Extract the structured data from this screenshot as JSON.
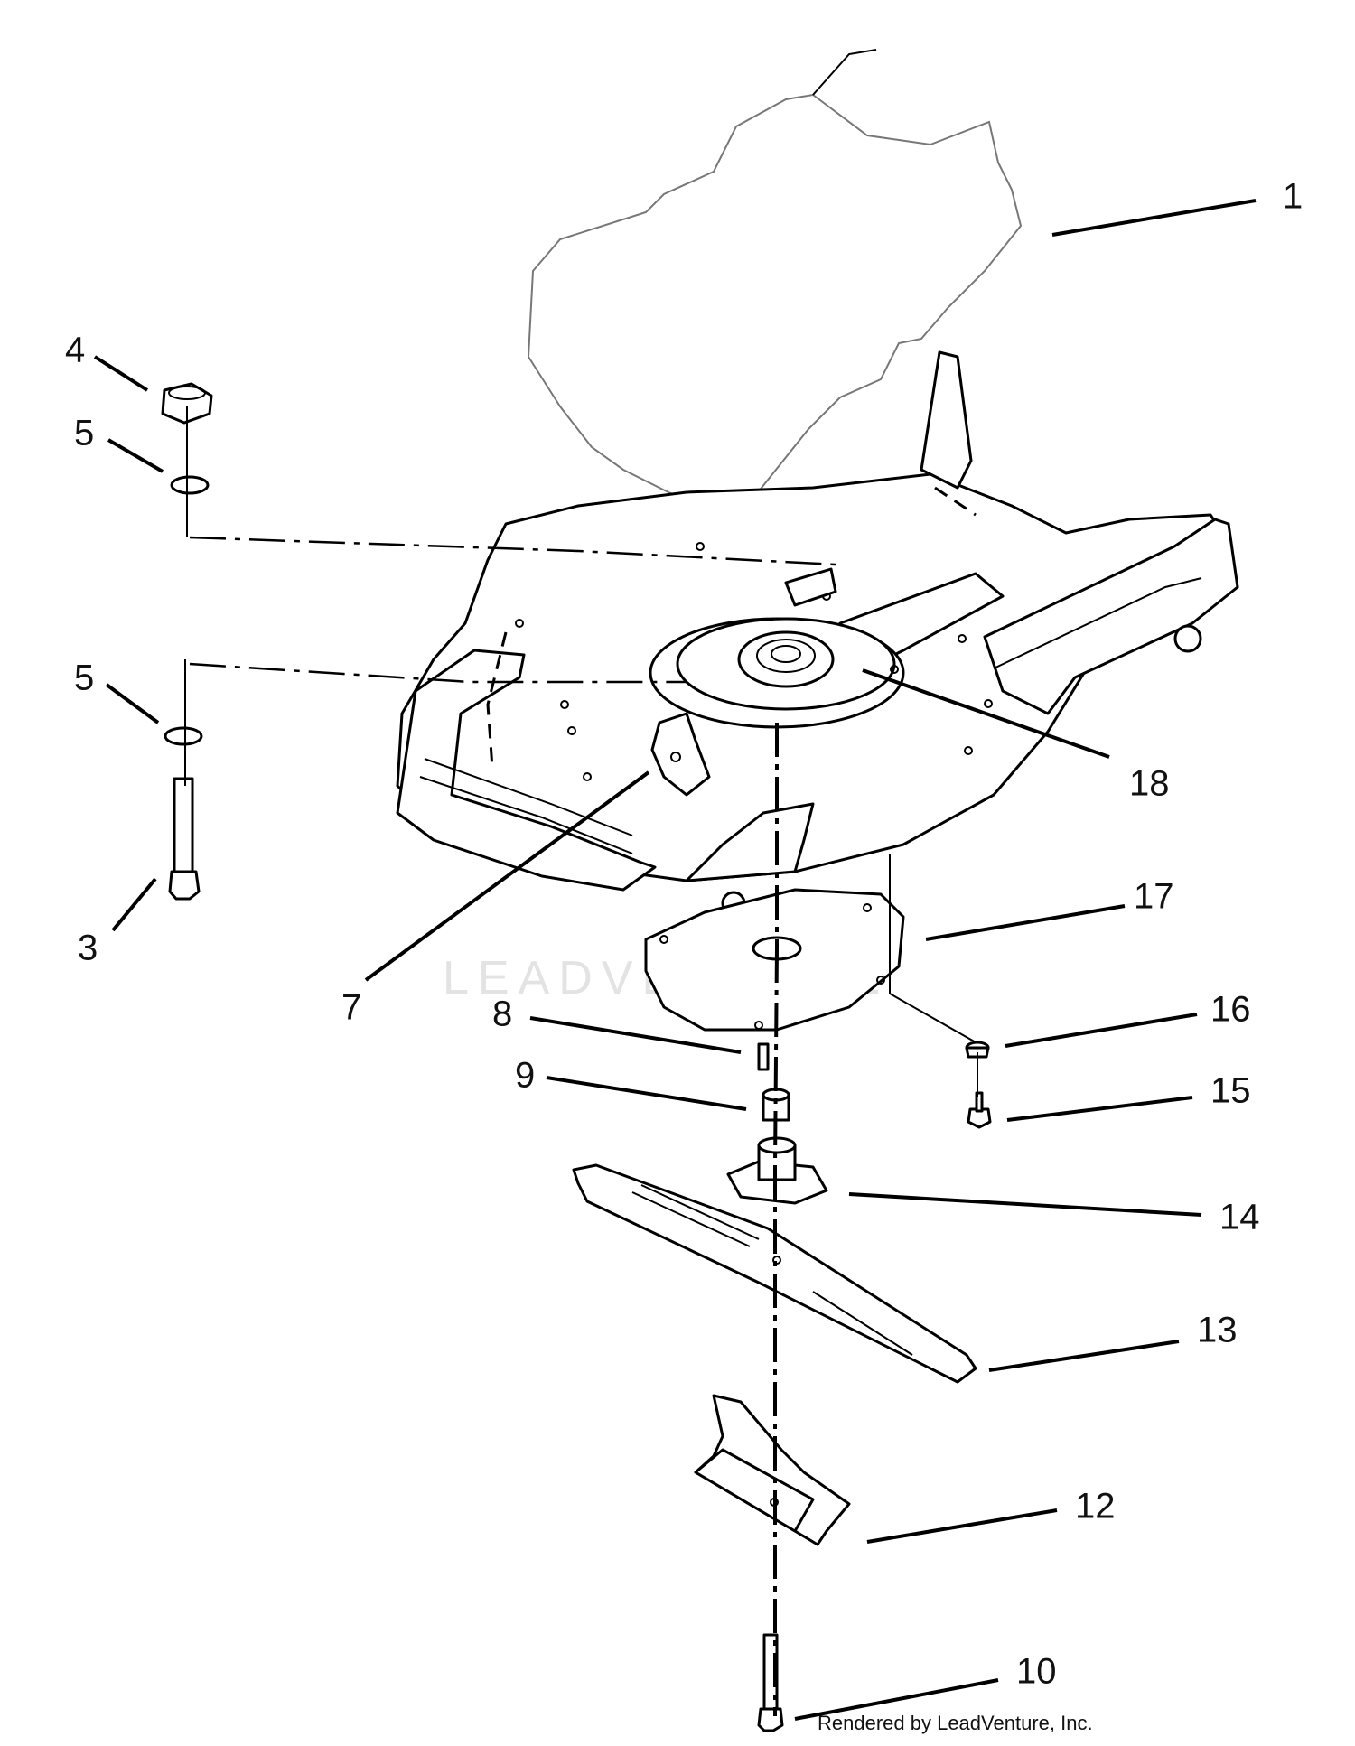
{
  "diagram": {
    "watermark": "LEADVENTURE",
    "credit": "Rendered by LeadVenture, Inc.",
    "callouts": [
      {
        "id": "1",
        "label": "1"
      },
      {
        "id": "3",
        "label": "3"
      },
      {
        "id": "4",
        "label": "4"
      },
      {
        "id": "5a",
        "label": "5"
      },
      {
        "id": "5b",
        "label": "5"
      },
      {
        "id": "7",
        "label": "7"
      },
      {
        "id": "8",
        "label": "8"
      },
      {
        "id": "9",
        "label": "9"
      },
      {
        "id": "10",
        "label": "10"
      },
      {
        "id": "12",
        "label": "12"
      },
      {
        "id": "13",
        "label": "13"
      },
      {
        "id": "14",
        "label": "14"
      },
      {
        "id": "15",
        "label": "15"
      },
      {
        "id": "16",
        "label": "16"
      },
      {
        "id": "17",
        "label": "17"
      },
      {
        "id": "18",
        "label": "18"
      }
    ]
  }
}
